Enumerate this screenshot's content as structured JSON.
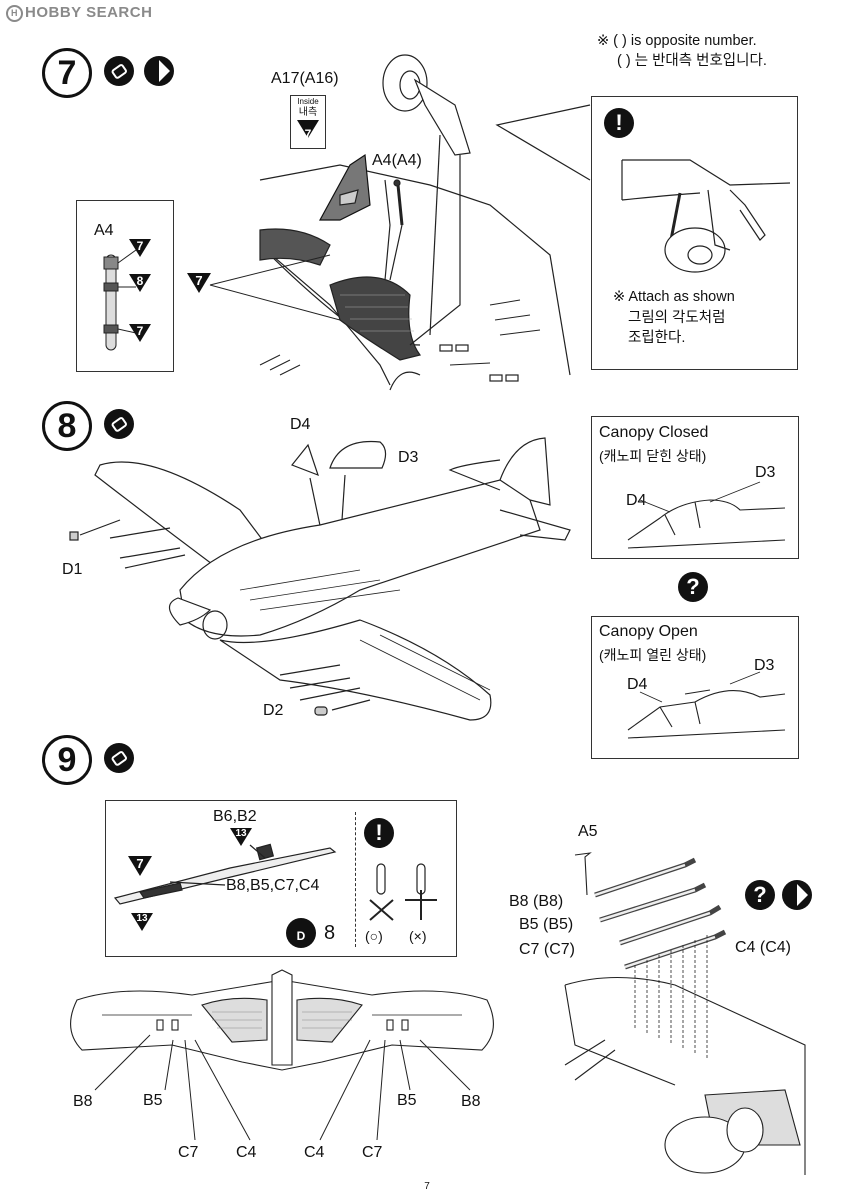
{
  "watermark": "HOBBY SEARCH",
  "watermark_mark": "H",
  "page_number": "7",
  "step7": {
    "number": "7",
    "note_line1": "※ (   ) is opposite number.",
    "note_line2": "(   ) 는 반대측 번호입니다.",
    "label_a17": "A17(A16)",
    "inside_en": "Inside",
    "inside_ko": "내측",
    "inside_num": "7",
    "label_a4a4": "A4(A4)",
    "label_a4": "A4",
    "tri_7": "7",
    "tri_8": "8",
    "attach_en": "※ Attach as shown",
    "attach_ko1": "그림의 각도처럼",
    "attach_ko2": "조립한다."
  },
  "step8": {
    "number": "8",
    "label_d4": "D4",
    "label_d3": "D3",
    "label_d1": "D1",
    "label_d2": "D2",
    "closed_title": "Canopy Closed",
    "closed_ko": "(캐노피 닫힌 상태)",
    "open_title": "Canopy Open",
    "open_ko": "(캐노피 열린 상태)",
    "inset_d3": "D3",
    "inset_d4": "D4",
    "choice_glyph": "?"
  },
  "step9": {
    "number": "9",
    "label_b6b2": "B6,B2",
    "label_b8list": "B8,B5,C7,C4",
    "tri_13": "13",
    "tri_7": "7",
    "decal_num": "8",
    "ok_mark": "(○)",
    "ng_mark": "(×)",
    "right_a5": "A5",
    "right_b8": "B8 (B8)",
    "right_b5": "B5 (B5)",
    "right_c7": "C7 (C7)",
    "right_c4": "C4 (C4)",
    "bottom_labels": [
      "B8",
      "B5",
      "C7",
      "C4",
      "C4",
      "C7",
      "B5",
      "B8"
    ]
  },
  "icons": {
    "exclamation": "!",
    "question": "?",
    "glue": "glue-icon",
    "paint": "paint-icon"
  }
}
